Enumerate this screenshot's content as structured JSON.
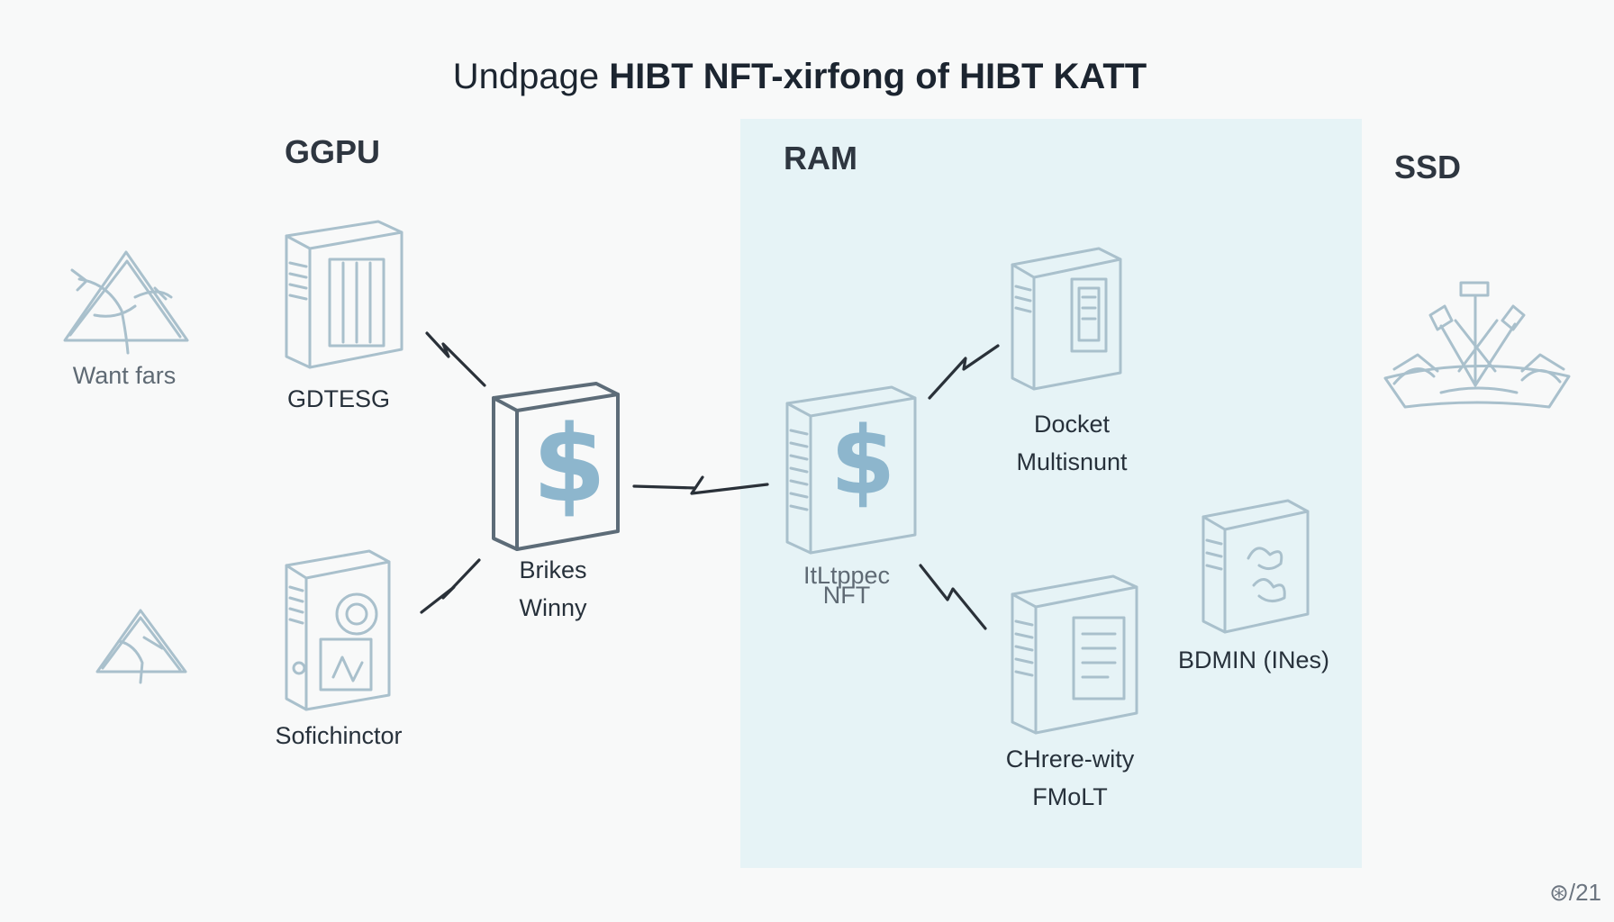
{
  "title": {
    "prefix": "Undpage ",
    "bold_part": "HIBT NFT-xirfong of HIBT KATT"
  },
  "sections": {
    "gpu": "GGPU",
    "ram": "RAM",
    "ssd": "SSD"
  },
  "nodes": {
    "want_fars": "Want fars",
    "gdtesg": "GDTESG",
    "sofichinctor": "Sofichinctor",
    "brikes_line1": "Brikes",
    "brikes_line2": "Winny",
    "ram_center_line1": "ItLtppec",
    "ram_center_line2": "NFT",
    "docket_line1": "Docket",
    "docket_line2": "Multisnunt",
    "chrere_line1": "CHrere-wity",
    "chrere_line2": "FMoLT",
    "bdmin": "BDMIN (INes)"
  },
  "icons": {
    "triangle_large": "sketched-triangle-icon",
    "triangle_small": "sketched-triangle-icon",
    "gpu_server": "server-tower-icon",
    "gpu_server_2": "server-tower-icon",
    "money_box": "dollar-box-icon",
    "ram_money_box": "dollar-box-icon",
    "docket_server": "server-tower-icon",
    "chrere_server": "server-tower-icon",
    "bdmin_book": "book-icon",
    "ssd_ship": "ship-icon"
  },
  "page_number": "⊛/21",
  "colors": {
    "ram_panel": "#e6f3f6",
    "sketch": "#a9c0cc",
    "dollar": "#8db6cd",
    "text": "#27313b"
  }
}
